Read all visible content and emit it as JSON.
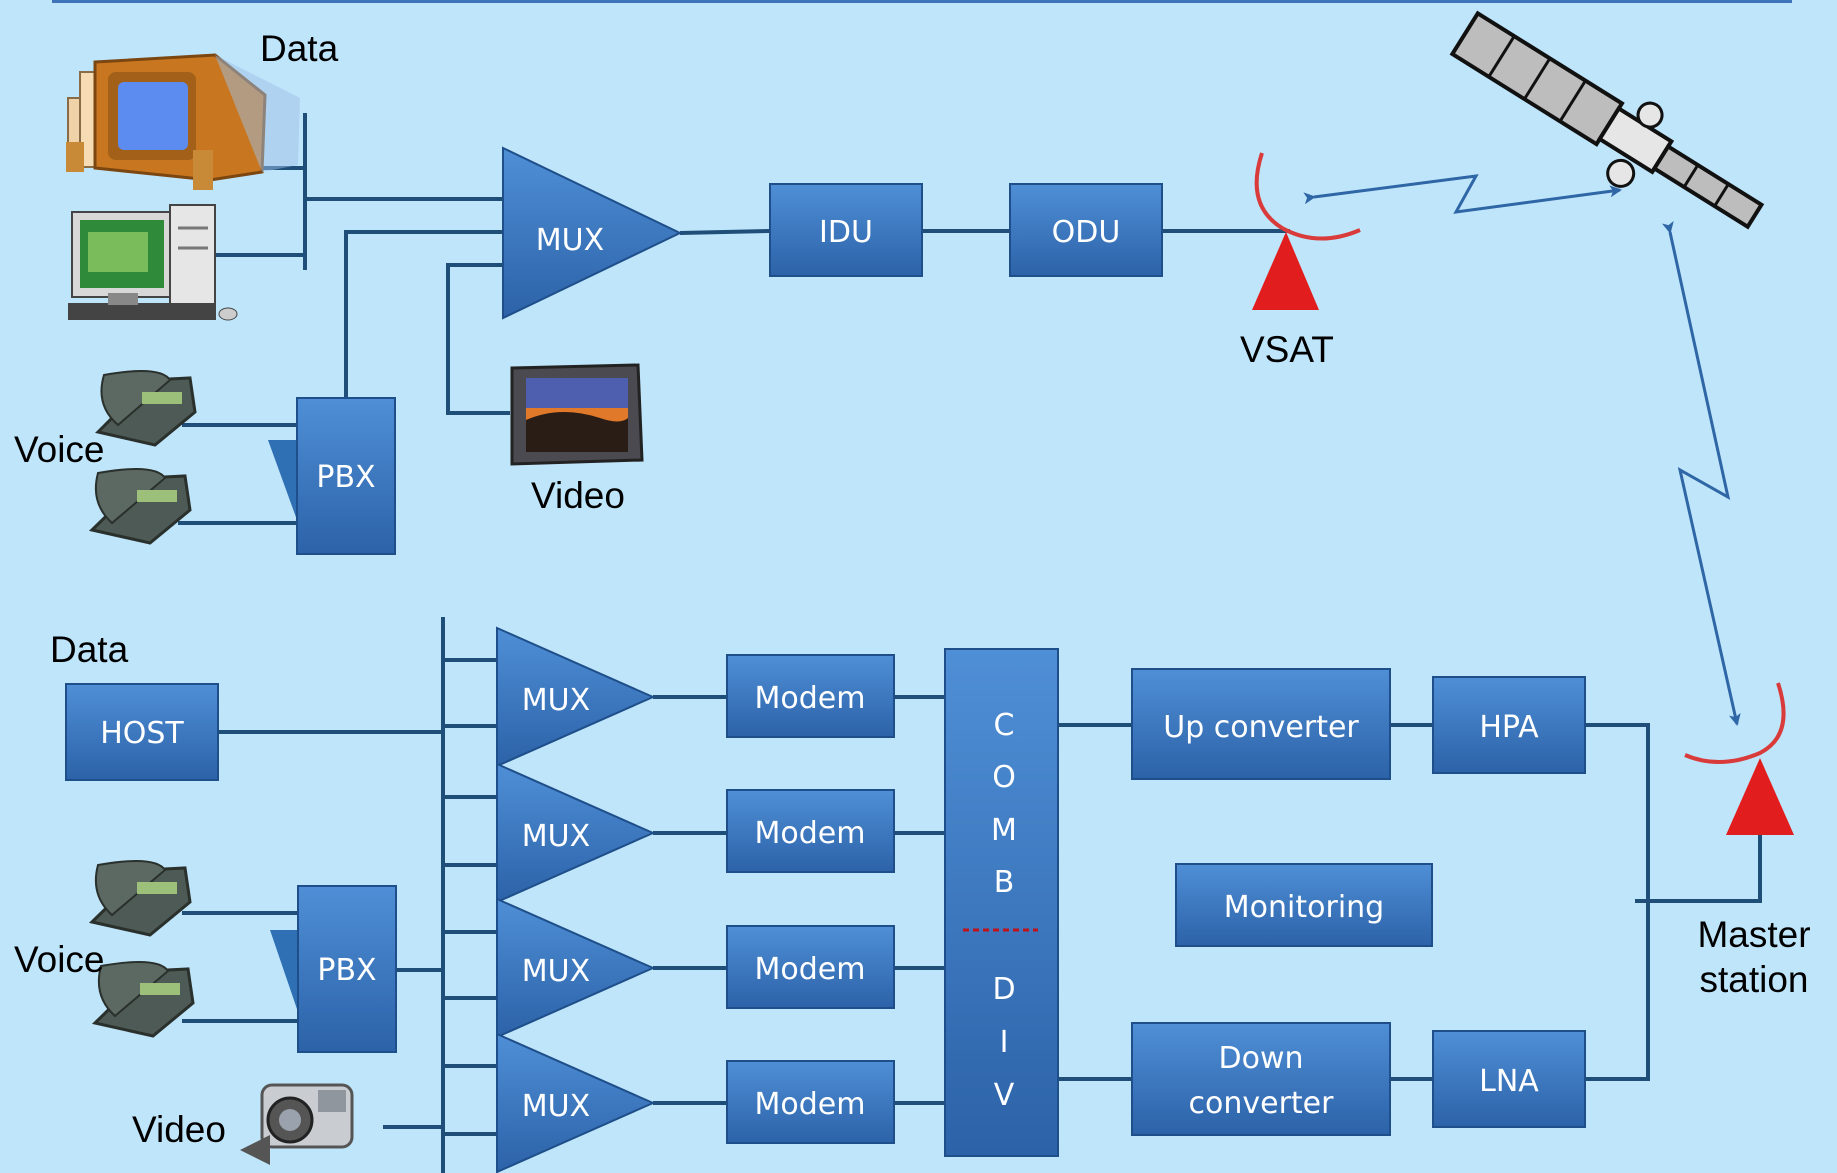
{
  "colors": {
    "background": "#bfe5fb",
    "block_fill": "#3c79c0",
    "block_stroke": "#1f4f8a",
    "line": "#1f4e79",
    "antenna": "#e11d1d"
  },
  "remote_terminal": {
    "data_label": "Data",
    "voice_label": "Voice",
    "video_label": "Video",
    "mux_label": "MUX",
    "pbx_label": "PBX",
    "idu_label": "IDU",
    "odu_label": "ODU",
    "vsat_label": "VSAT"
  },
  "master_station": {
    "data_label": "Data",
    "host_label": "HOST",
    "voice_label": "Voice",
    "pbx_label": "PBX",
    "video_label": "Video",
    "mux_labels": [
      "MUX",
      "MUX",
      "MUX",
      "MUX"
    ],
    "modem_labels": [
      "Modem",
      "Modem",
      "Modem",
      "Modem"
    ],
    "comb_letters": [
      "C",
      "O",
      "M",
      "B"
    ],
    "div_letters": [
      "D",
      "I",
      "V"
    ],
    "up_converter_label": "Up converter",
    "hpa_label": "HPA",
    "monitoring_label": "Monitoring",
    "down_converter_label": [
      "Down",
      "converter"
    ],
    "lna_label": "LNA",
    "station_label": [
      "Master",
      "station"
    ]
  },
  "icons": {
    "crt_computer": "crt-computer-icon",
    "desktop_computer": "desktop-computer-icon",
    "telephone": "telephone-icon",
    "monitor": "video-monitor-icon",
    "camcorder": "camcorder-icon",
    "satellite": "satellite-icon",
    "dish_antenna": "dish-antenna-icon"
  }
}
